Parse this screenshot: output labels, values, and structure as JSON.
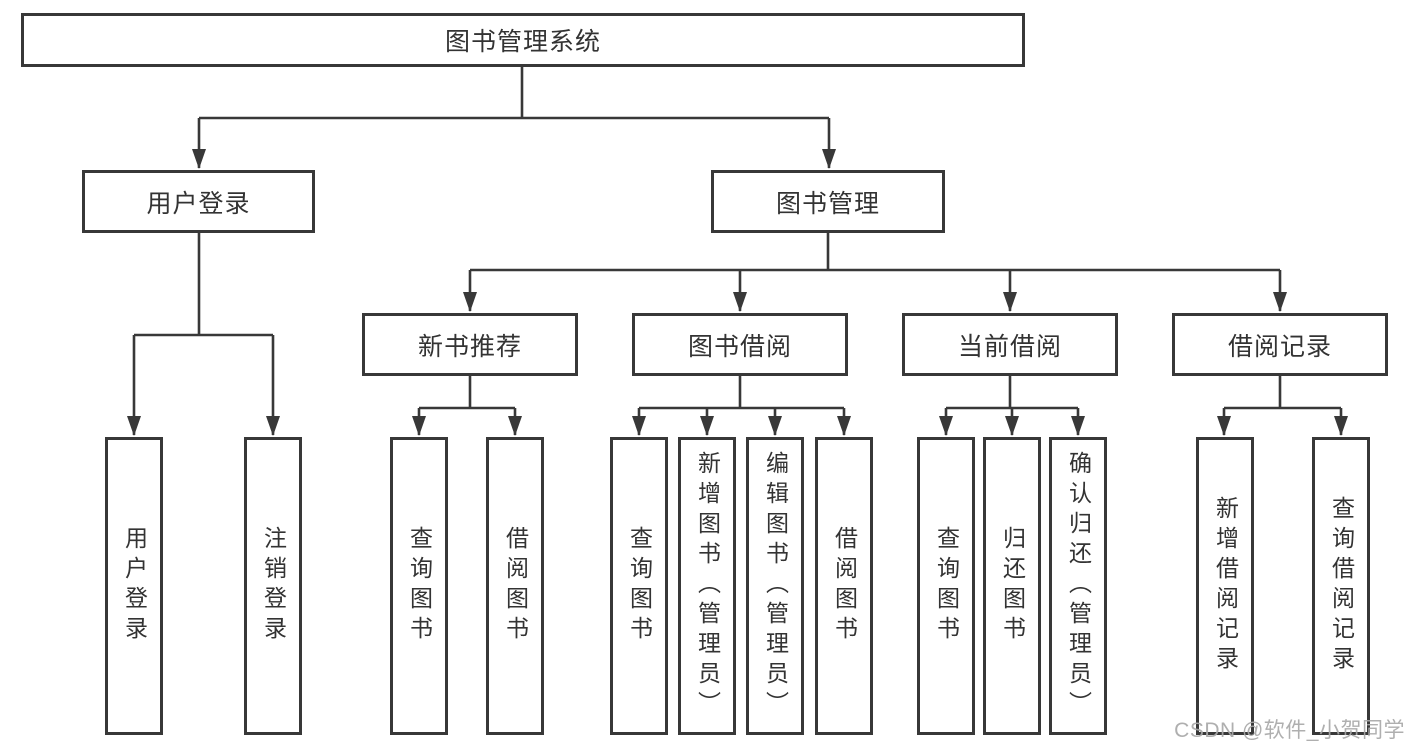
{
  "watermark": "CSDN @软件_小贺同学",
  "colors": {
    "line": "#383838",
    "text": "#333333",
    "box_background": "#ffffff",
    "page_background": "#ffffff",
    "watermark": "#a8a8a8"
  },
  "tree": {
    "label": "图书管理系统",
    "children": [
      {
        "label": "用户登录",
        "children": [
          {
            "label": "用户登录"
          },
          {
            "label": "注销登录"
          }
        ]
      },
      {
        "label": "图书管理",
        "children": [
          {
            "label": "新书推荐",
            "children": [
              {
                "label": "查询图书"
              },
              {
                "label": "借阅图书"
              }
            ]
          },
          {
            "label": "图书借阅",
            "children": [
              {
                "label": "查询图书"
              },
              {
                "label": "新增图书（管理员）"
              },
              {
                "label": "编辑图书（管理员）"
              },
              {
                "label": "借阅图书"
              }
            ]
          },
          {
            "label": "当前借阅",
            "children": [
              {
                "label": "查询图书"
              },
              {
                "label": "归还图书"
              },
              {
                "label": "确认归还（管理员）"
              }
            ]
          },
          {
            "label": "借阅记录",
            "children": [
              {
                "label": "新增借阅记录"
              },
              {
                "label": "查询借阅记录"
              }
            ]
          }
        ]
      }
    ]
  }
}
